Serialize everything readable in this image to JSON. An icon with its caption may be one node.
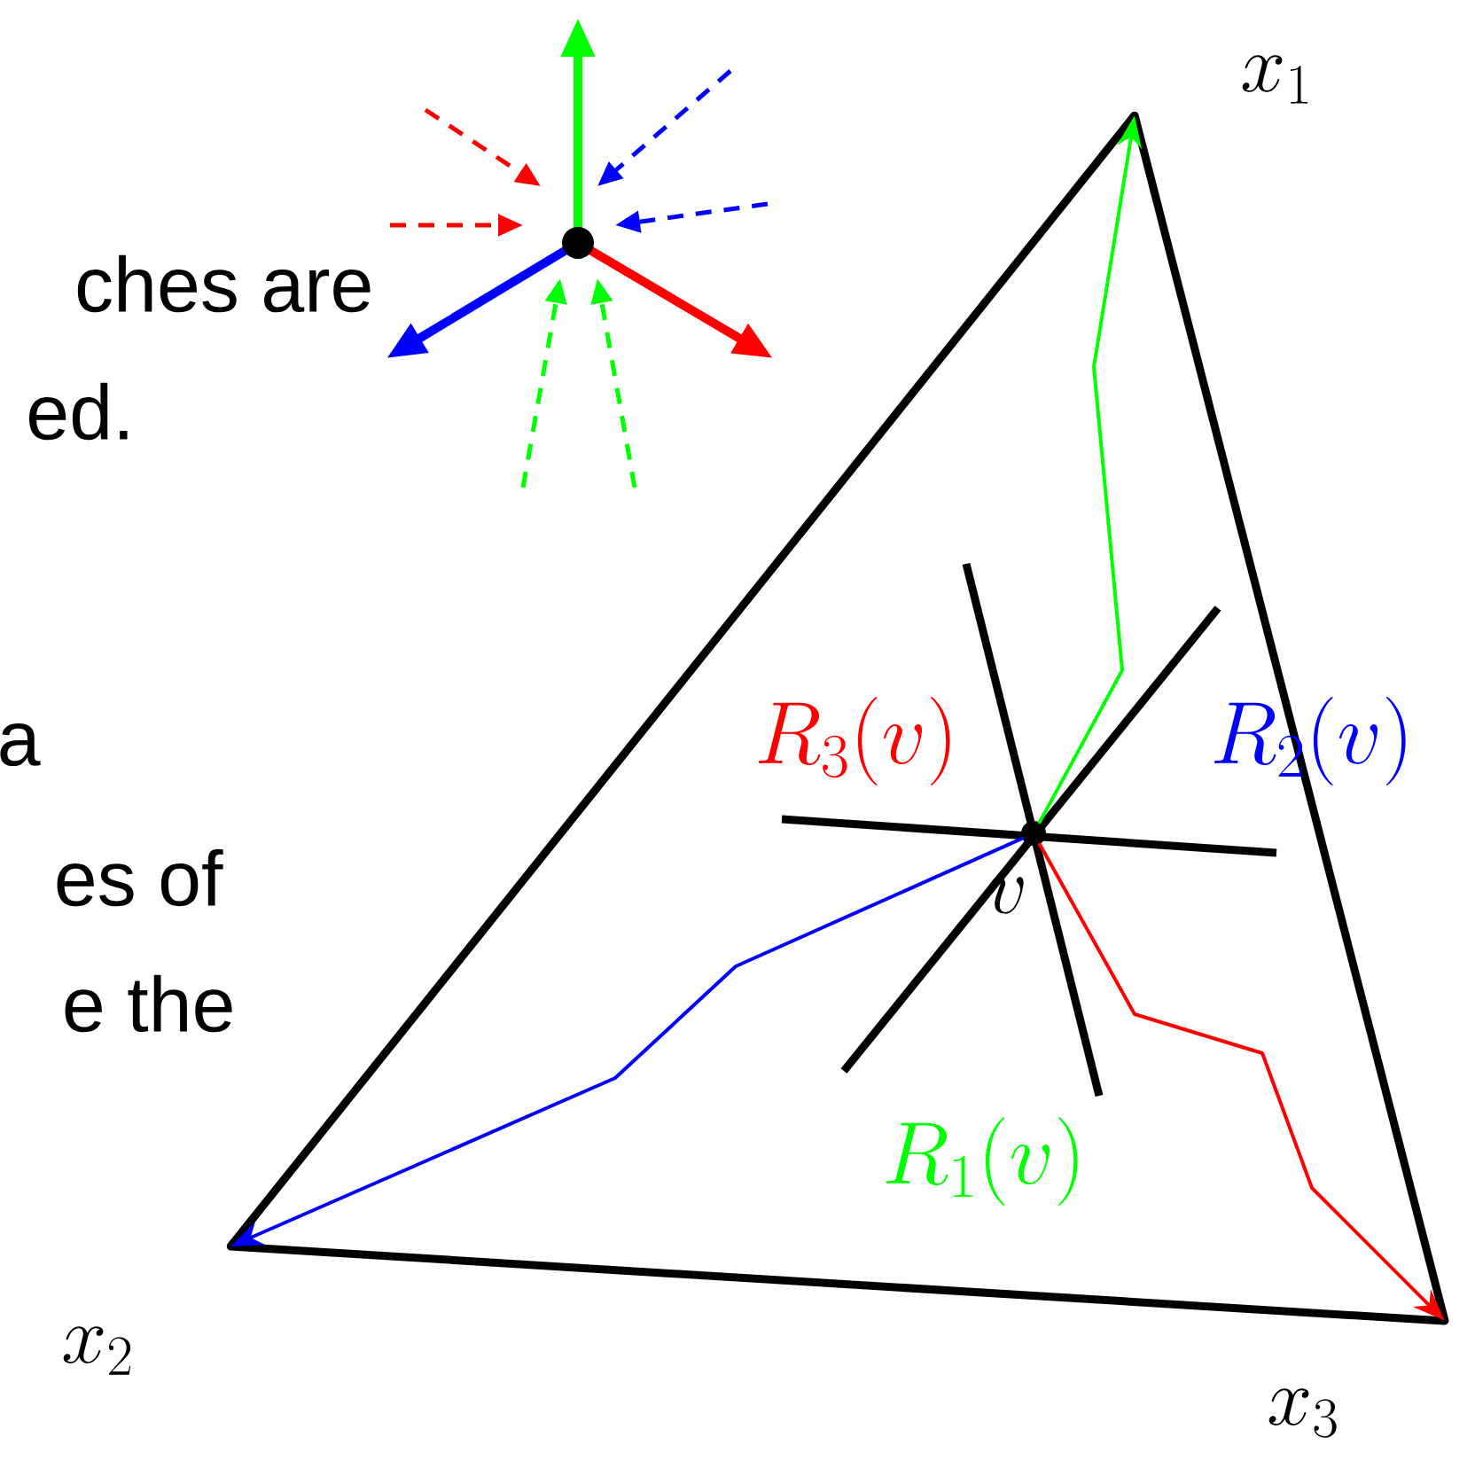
{
  "diagram": {
    "nodes": [
      {
        "text": [
          "x_1"
        ]
      },
      {
        "text": [
          "x_2"
        ]
      },
      {
        "text": [
          "x_3"
        ]
      },
      {
        "text": [
          "v"
        ]
      }
    ],
    "edges": [
      {
        "from": 0,
        "to": 1,
        "arrow": "none",
        "style": "thick"
      },
      {
        "from": 1,
        "to": 2,
        "arrow": "none",
        "style": "thick"
      },
      {
        "from": 2,
        "to": 0,
        "arrow": "none",
        "style": "thick"
      },
      {
        "from": 3,
        "to": 0,
        "arrow": "to",
        "color": "#00ff00"
      },
      {
        "from": 3,
        "to": 1,
        "arrow": "to",
        "color": "#0000ff"
      },
      {
        "from": 3,
        "to": 2,
        "arrow": "to",
        "color": "#ff0000"
      }
    ],
    "labels": [
      "ches are",
      "ed.",
      "a",
      "R_3(v)",
      "R_2(v)",
      "es of",
      "e the",
      "R_1(v)"
    ]
  }
}
